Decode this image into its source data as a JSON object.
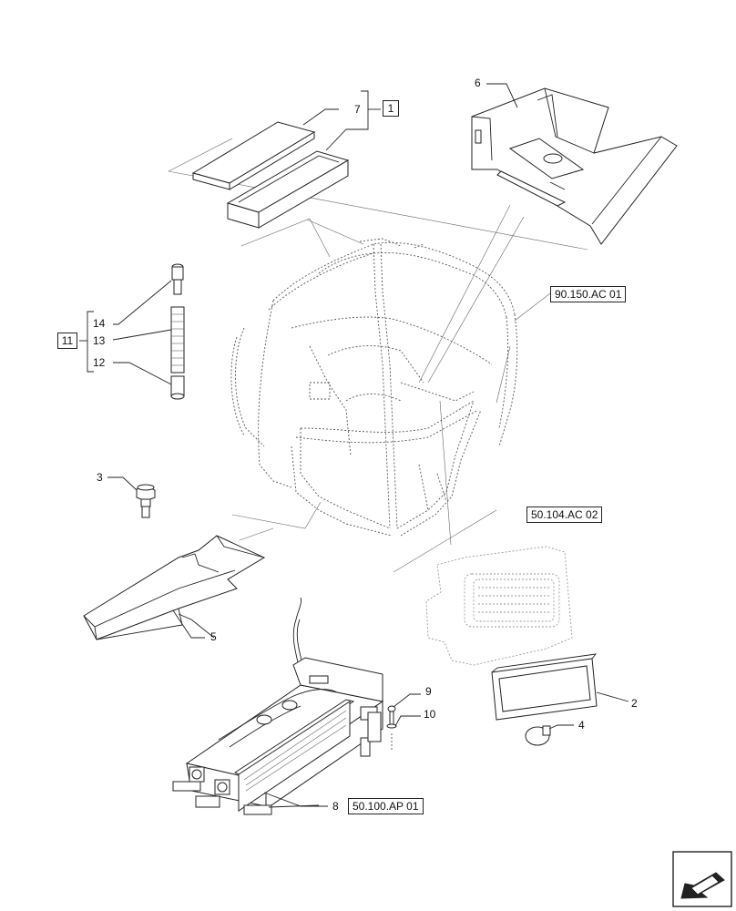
{
  "callouts": {
    "c1": "1",
    "c2": "2",
    "c3": "3",
    "c4": "4",
    "c5": "5",
    "c6": "6",
    "c7": "7",
    "c8": "8",
    "c9": "9",
    "c10": "10",
    "c11": "11",
    "c12": "12",
    "c13": "13",
    "c14": "14"
  },
  "references": {
    "ref_90150": "90.150.AC 01",
    "ref_50104": "50.104.AC 02",
    "ref_50100": "50.100.AP 01"
  },
  "icons": {
    "next_page": "arrow-navigation-icon"
  }
}
